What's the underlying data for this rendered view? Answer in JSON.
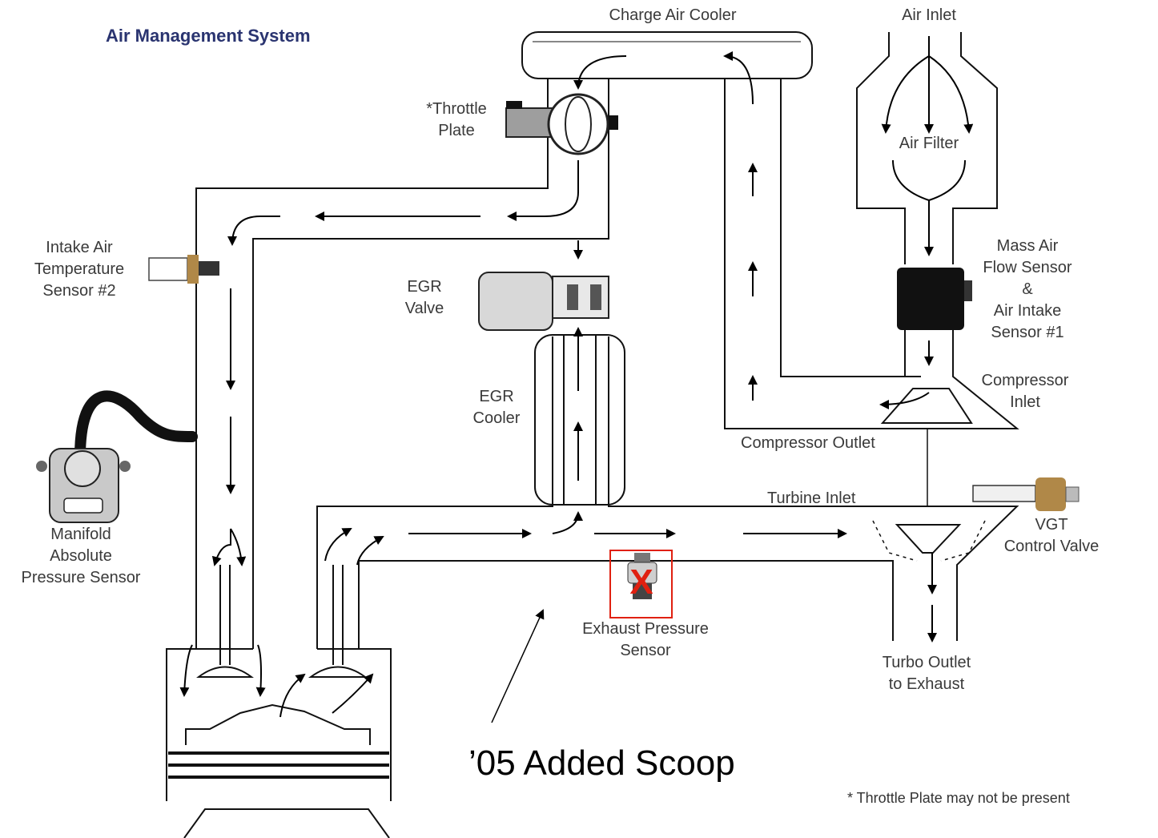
{
  "title": "Air Management System",
  "labels": {
    "charge_air_cooler": "Charge Air Cooler",
    "air_inlet": "Air Inlet",
    "throttle_plate": "*Throttle\nPlate",
    "air_filter": "Air Filter",
    "mass_air_flow_sensor": "Mass Air\nFlow Sensor\n&\nAir Intake\nSensor #1",
    "intake_air_temp_sensor": "Intake Air\nTemperature\nSensor #2",
    "egr_valve": "EGR\nValve",
    "egr_cooler": "EGR\nCooler",
    "compressor_inlet": "Compressor\nInlet",
    "compressor_outlet": "Compressor Outlet",
    "turbine_inlet": "Turbine Inlet",
    "vgt_control_valve": "VGT\nControl Valve",
    "map_sensor": "Manifold\nAbsolute\nPressure Sensor",
    "exhaust_pressure_sensor": "Exhaust Pressure\nSensor",
    "turbo_outlet": "Turbo Outlet\nto Exhaust"
  },
  "annotation": {
    "text": "’05 Added Scoop",
    "mark": "X",
    "mark_color": "#e02010",
    "box_color": "#e02010"
  },
  "footnote": "* Throttle Plate may not be present"
}
